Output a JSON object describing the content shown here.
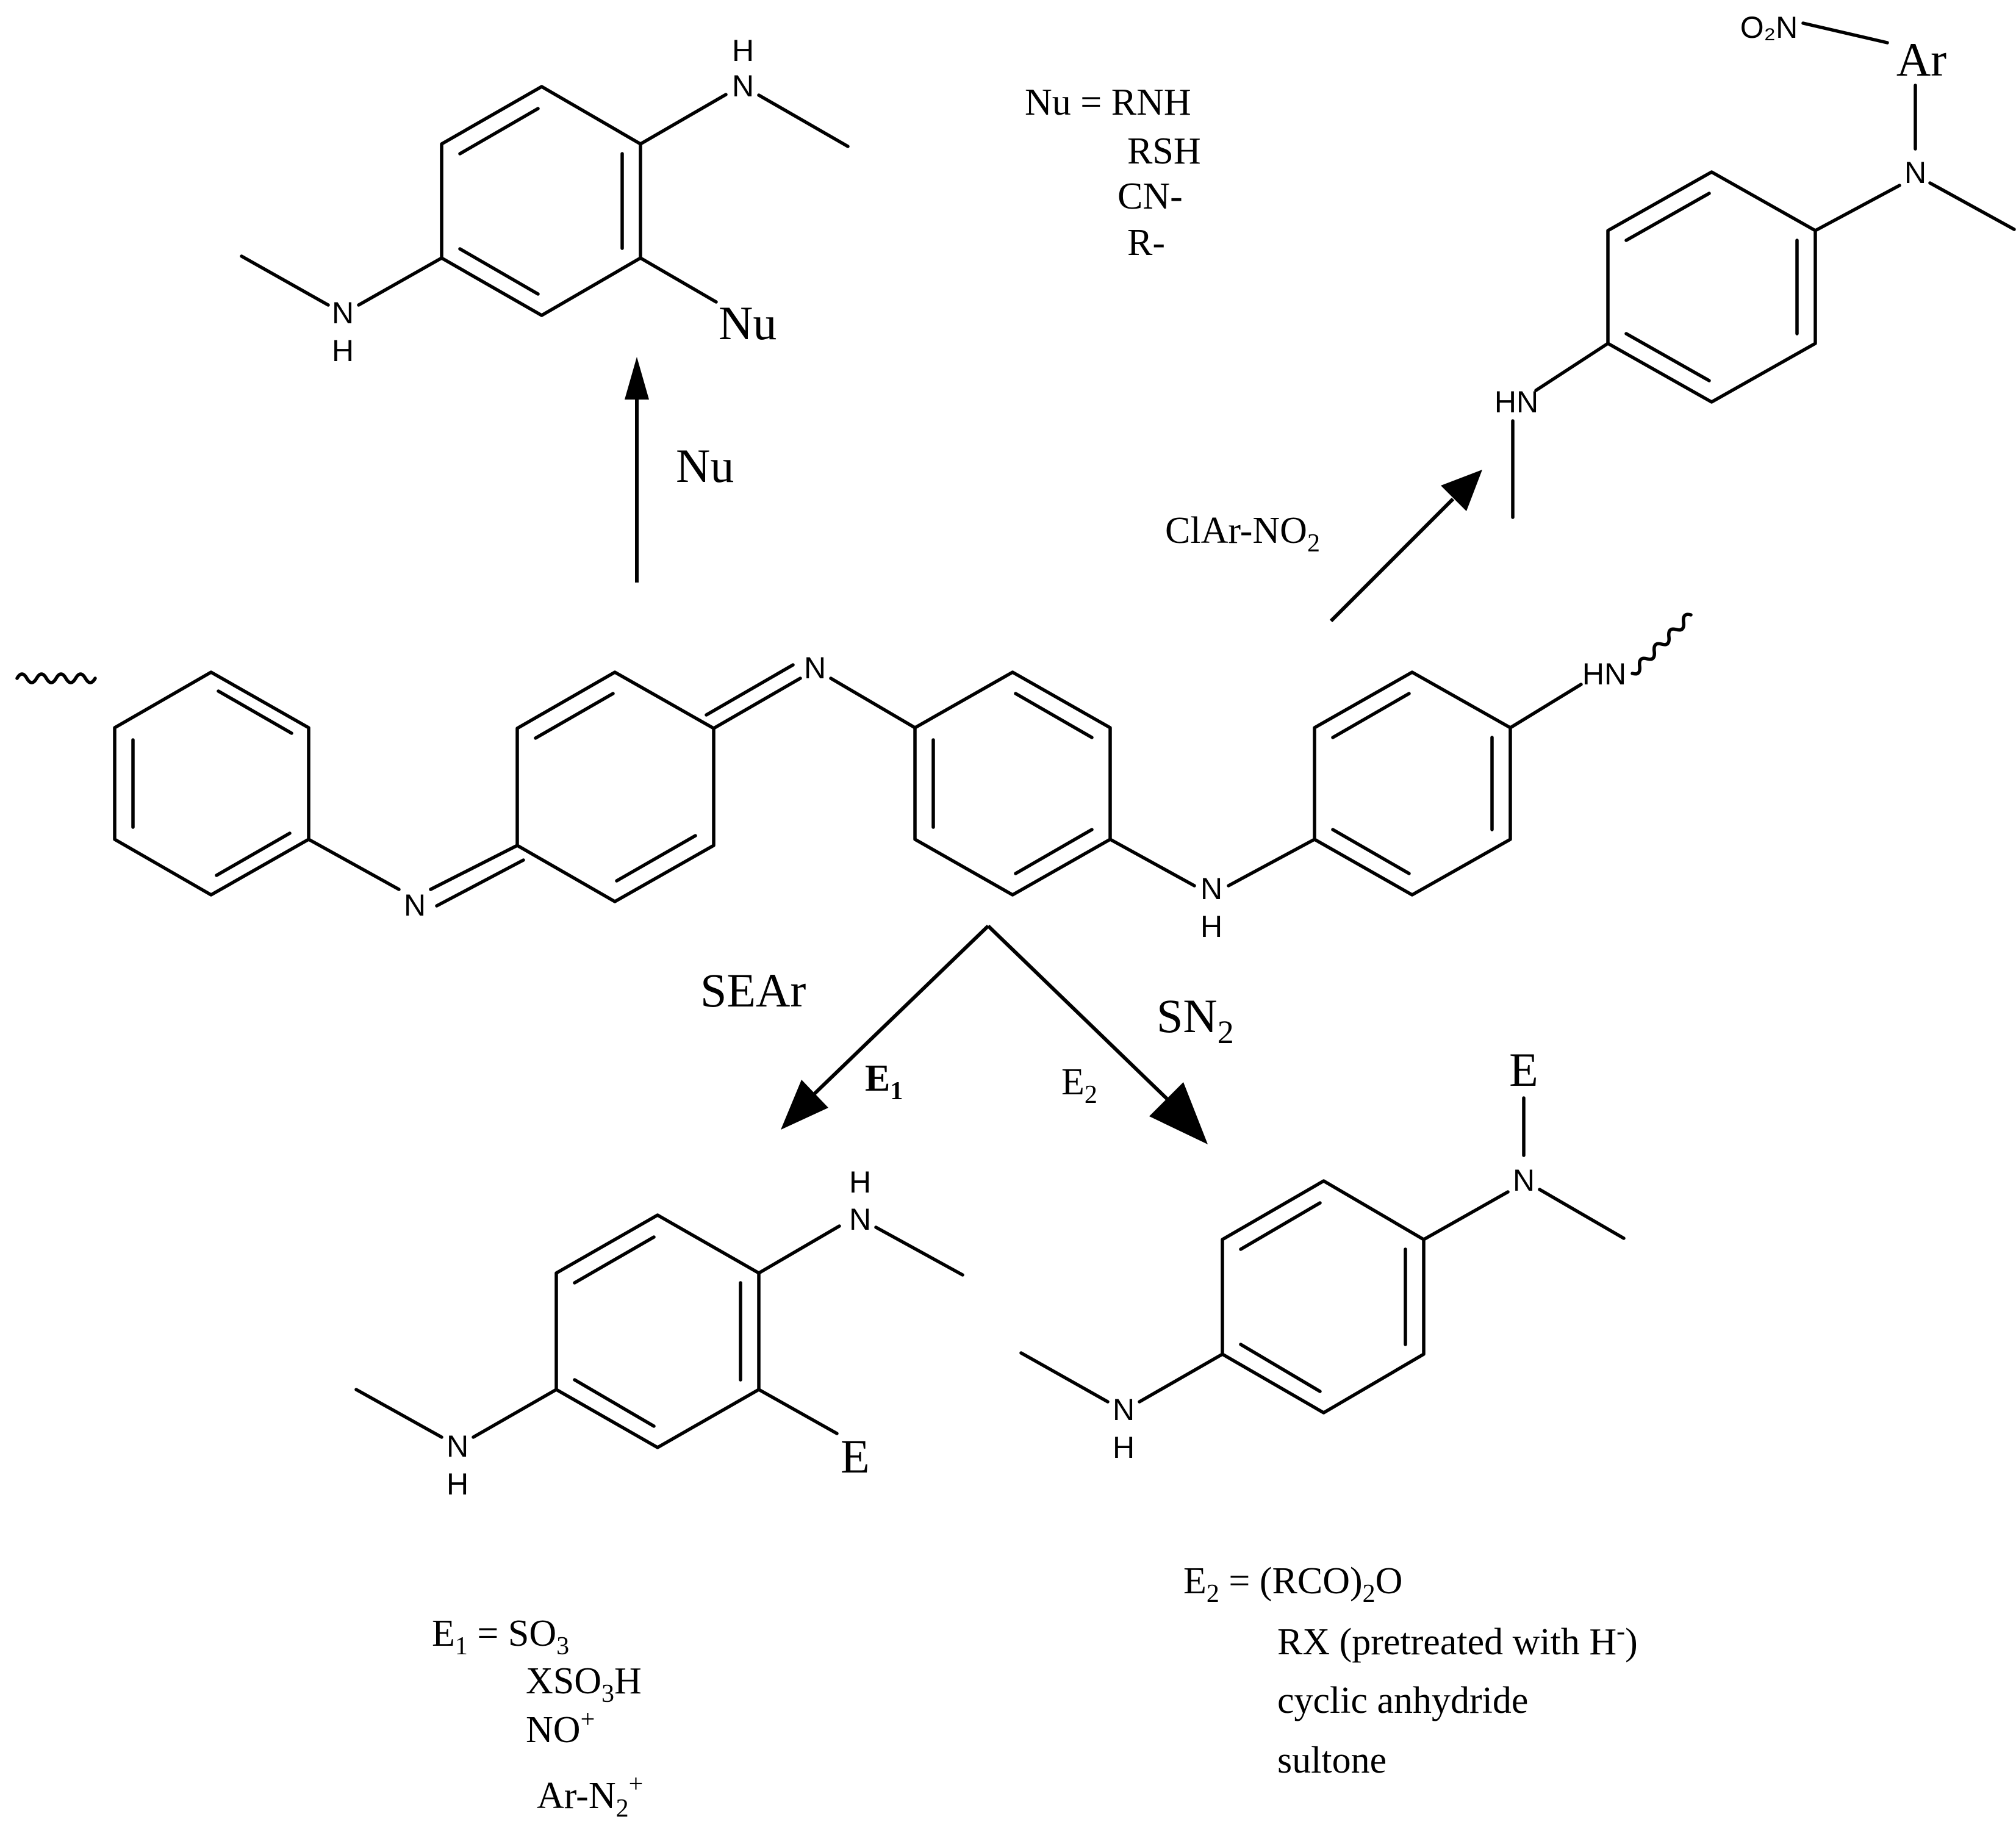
{
  "atoms": {
    "nh_h": "H",
    "n": "N",
    "hn": "HN",
    "o2n": "O₂N",
    "ar": "Ar",
    "nu": "Nu",
    "e": "E"
  },
  "reactions": {
    "nu_arrow": "Nu",
    "clar_prefix": "ClAr-NO",
    "clar_sub": "2",
    "sear": "SEAr",
    "sn2_main": "SN",
    "sn2_sub": "2",
    "e1_main": "E",
    "e1_sub": "1",
    "e2_main": "E",
    "e2_sub": "2"
  },
  "nucleophiles": {
    "header": "Nu = RNH",
    "items": [
      "RSH",
      "CN-",
      "R-"
    ]
  },
  "e1_list": {
    "e_main": "E",
    "e_sub": "1",
    "eq": " = SO",
    "so3_sub": "3",
    "xso3h_a": "XSO",
    "xso3h_sub": "3",
    "xso3h_b": "H",
    "no_main": "NO",
    "no_sup": "+",
    "arn2_main": "Ar-N",
    "arn2_sub": "2",
    "arn2_sup": "+"
  },
  "e2_list": {
    "e_main": "E",
    "e_sub": "2",
    "eq": " = (RCO)",
    "rco_sub": "2",
    "rco_end": "O",
    "rx_main": "RX (pretreated with H",
    "rx_sup": "-",
    "rx_end": ")",
    "cyclic": "cyclic anhydride",
    "sultone": "sultone"
  }
}
